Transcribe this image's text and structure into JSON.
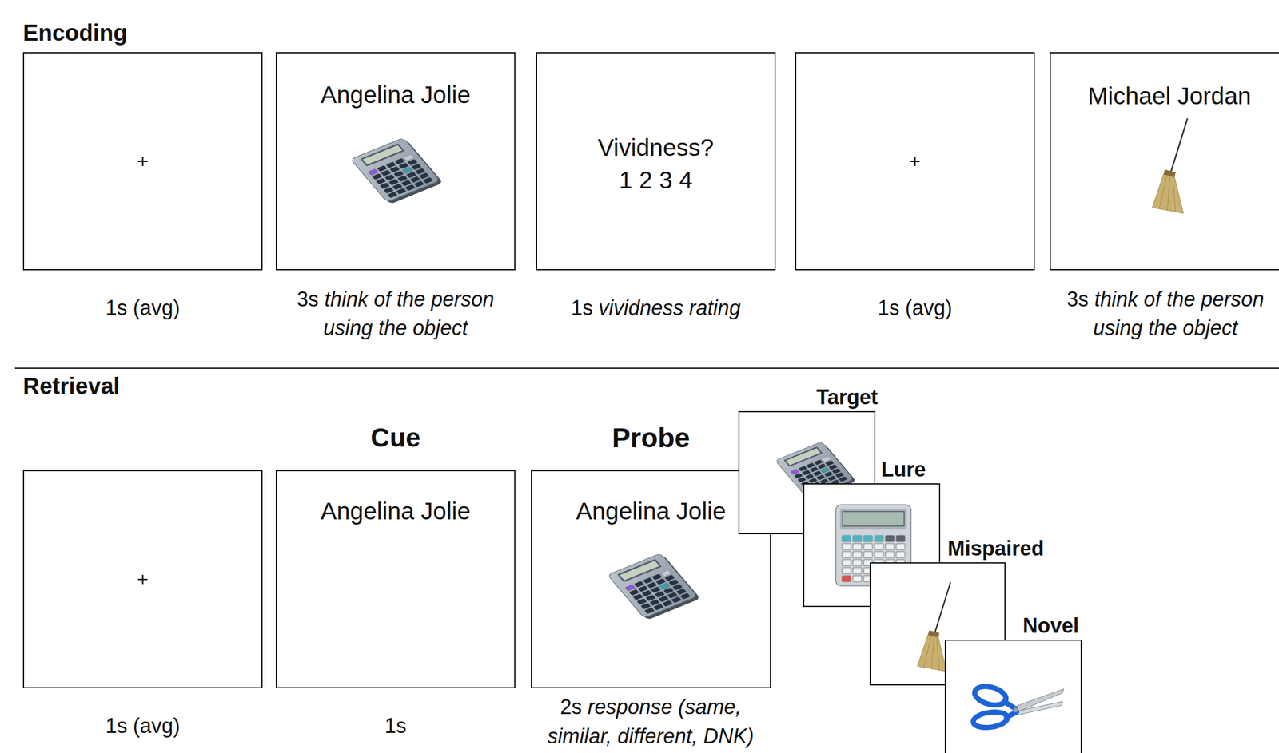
{
  "diagram": {
    "nodes": [
      {
        "text": [
          "+"
        ]
      },
      {
        "text": [
          "Angelina Jolie"
        ]
      },
      {
        "text": [
          "Vividness?",
          "1 2 3 4"
        ]
      },
      {
        "text": [
          "+"
        ]
      },
      {
        "text": [
          "Michael Jordan"
        ]
      },
      {
        "text": [
          "+"
        ]
      },
      {
        "text": [
          "Cue",
          "Angelina Jolie"
        ]
      },
      {
        "text": [
          "Probe",
          "Angelina Jolie"
        ]
      },
      {
        "text": [
          "Target"
        ]
      },
      {
        "text": [
          "Lure"
        ]
      },
      {
        "text": [
          "Mispaired"
        ]
      },
      {
        "text": [
          "Novel"
        ]
      }
    ],
    "labels": [
      "Encoding",
      "1s (avg)",
      "3s",
      "think of the person using the object",
      "1s",
      "vividness rating",
      "1s (avg)",
      "3s",
      "think of the person using the object",
      "Retrieval",
      "1s (avg)",
      "1s",
      "2s",
      "response (same, similar, different, DNK)"
    ]
  }
}
